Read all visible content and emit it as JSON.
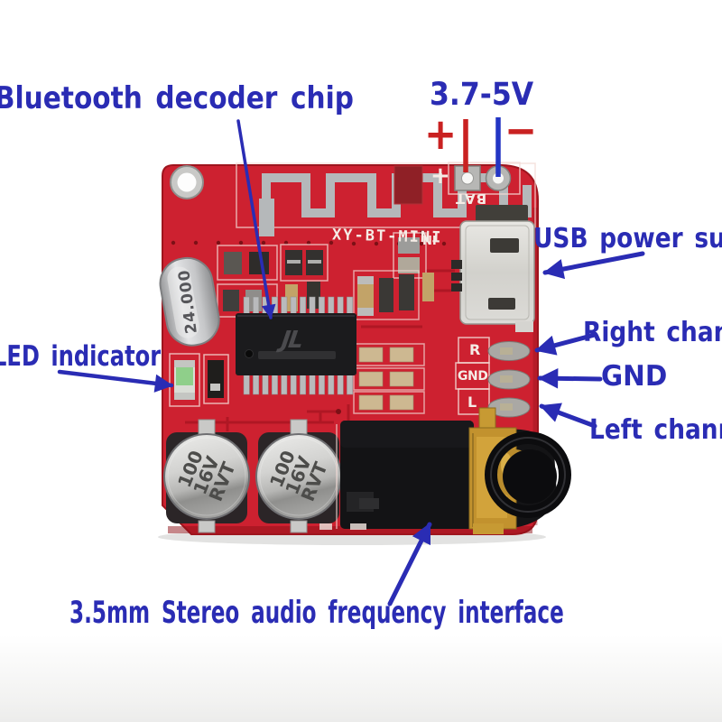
{
  "annotations": {
    "bluetooth_chip": "Bluetooth decoder chip",
    "voltage_range": "3.7-5V",
    "positive": "+",
    "negative": "−",
    "usb_power": "USB power supply",
    "right_channel": "Right channel",
    "ground": "GND",
    "left_channel": "Left channel",
    "led_indicator": "LED indicator",
    "audio_interface": "3.5mm Stereo audio frequency interface"
  },
  "board": {
    "model": "XY-BT-MINI",
    "crystal_marking": "24.000",
    "capacitor_marking": "100\n16V\nRVT",
    "chip_logo": "JL",
    "pad_labels": {
      "right": "R",
      "ground": "GND",
      "left": "L"
    },
    "battery_label": "BAT",
    "input_label": "IN",
    "positive_mark": "+"
  },
  "colors": {
    "annotation_blue": "#2a2cb4",
    "wire_red": "#c92121",
    "wire_blue": "#2335c4",
    "board_red": "#cd2130",
    "board_dark_red": "#9e151e",
    "silver": "#c9c9c7",
    "gold": "#c2922e",
    "background": "#ffffff"
  }
}
